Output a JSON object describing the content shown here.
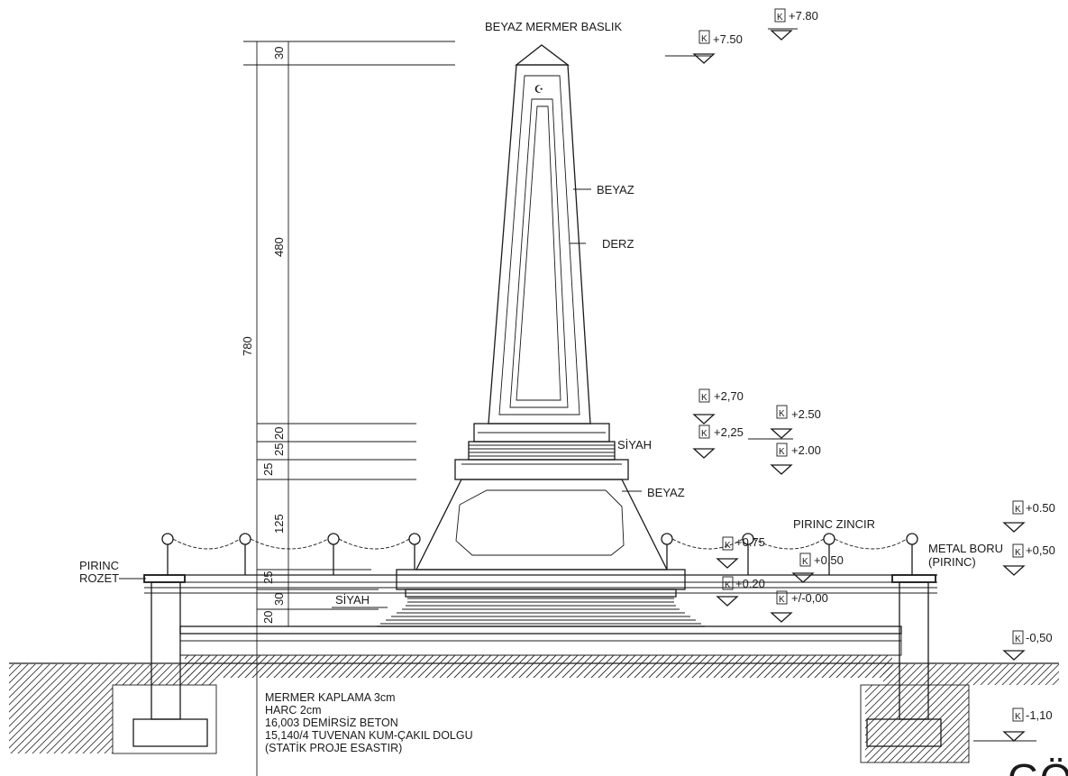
{
  "labels": {
    "cap": "BEYAZ MERMER BASLIK",
    "white_upper": "BEYAZ",
    "joint": "DERZ",
    "black_band": "SİYAH",
    "white_lower": "BEYAZ",
    "brass_chain": "PIRINC ZINCIR",
    "metal_pipe_1": "METAL BORU",
    "metal_pipe_2": "(PIRINC)",
    "brass_rosette_1": "PIRINC",
    "brass_rosette_2": "ROZET",
    "black_steps": "SİYAH",
    "big_letter": "GÖ"
  },
  "levels": {
    "marker": "K",
    "l_780": "+7.80",
    "l_750": "+7.50",
    "l_270": "+2,70",
    "l_250": "+2.50",
    "l_225": "+2,25",
    "l_200": "+2.00",
    "l_075": "+0.75",
    "l_050_right": "+0.50",
    "l_050_pipe": "+0,50",
    "l_050_mid": "+0,50",
    "l_020": "+0.20",
    "l_000": "+/-0,00",
    "l_m050": "-0,50",
    "l_m110": "-1,10"
  },
  "dimensions": {
    "d30_top": "30",
    "d480": "480",
    "d780": "780",
    "d20": "20",
    "d25a": "25",
    "d25b": "25",
    "d125": "125",
    "d25c": "25",
    "d30_bot": "30",
    "d20_bot": "20"
  },
  "notes": [
    "MERMER KAPLAMA 3cm",
    "HARC 2cm",
    "16,003 DEMİRSİZ BETON",
    "15,140/4 TUVENAN KUM-ÇAKIL DOLGU",
    "(STATİK PROJE ESASTIR)"
  ]
}
